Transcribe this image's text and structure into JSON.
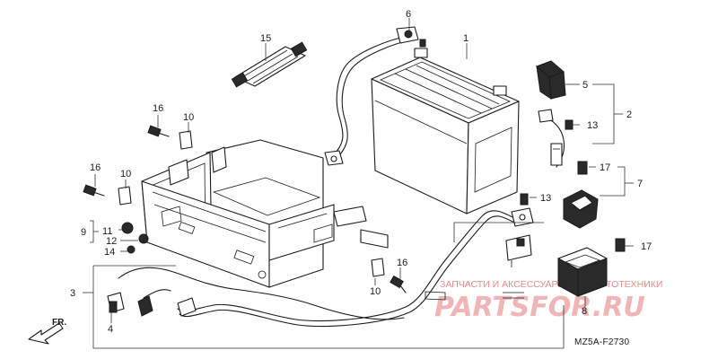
{
  "labels": {
    "p1": "1",
    "p2": "2",
    "p3": "3",
    "p4": "4",
    "p5": "5",
    "p6": "6",
    "p7": "7",
    "p8": "8",
    "p9": "9",
    "p10a": "10",
    "p10b": "10",
    "p10c": "10",
    "p11": "11",
    "p12": "12",
    "p13a": "13",
    "p13b": "13",
    "p14": "14",
    "p15": "15",
    "p16a": "16",
    "p16b": "16",
    "p16c": "16",
    "p17a": "17",
    "p17b": "17"
  },
  "direction_label": "FR.",
  "diagram_code": "MZ5A-F2730",
  "watermark": {
    "caption": "ЗАПЧАСТИ И АКСЕССУАРЫ ДЛЯ МОТОТЕХНИКИ",
    "logo": "PARTSFOR.RU"
  }
}
